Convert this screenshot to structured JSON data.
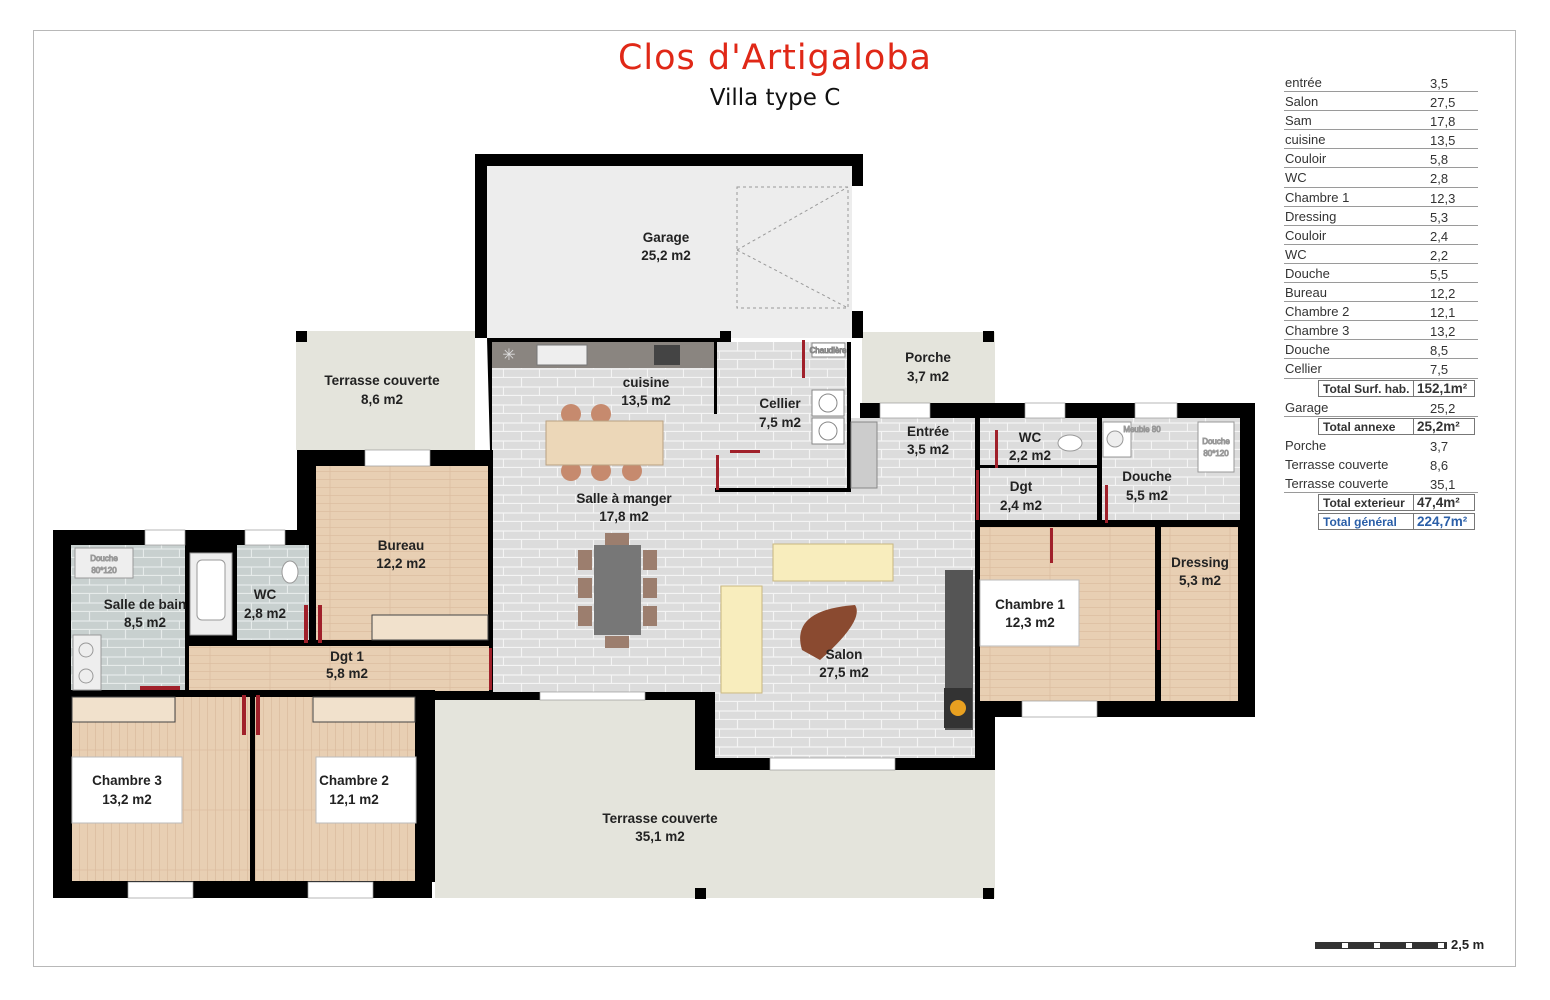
{
  "header": {
    "title": "Clos d'Artigaloba",
    "subtitle": "Villa type C"
  },
  "rooms": {
    "garage": {
      "name": "Garage",
      "area": "25,2 m2"
    },
    "terrasse_nord": {
      "name": "Terrasse couverte",
      "area": "8,6 m2"
    },
    "cuisine": {
      "name": "cuisine",
      "area": "13,5 m2"
    },
    "cellier": {
      "name": "Cellier",
      "area": "7,5 m2"
    },
    "porche": {
      "name": "Porche",
      "area": "3,7 m2"
    },
    "entree": {
      "name": "Entrée",
      "area": "3,5 m2"
    },
    "wc_est": {
      "name": "WC",
      "area": "2,2 m2"
    },
    "dgt": {
      "name": "Dgt",
      "area": "2,4 m2"
    },
    "douche": {
      "name": "Douche",
      "area": "5,5 m2"
    },
    "sam": {
      "name": "Salle à manger",
      "area": "17,8 m2"
    },
    "bureau": {
      "name": "Bureau",
      "area": "12,2 m2"
    },
    "dressing": {
      "name": "Dressing",
      "area": "5,3 m2"
    },
    "chambre1": {
      "name": "Chambre 1",
      "area": "12,3 m2"
    },
    "sdb": {
      "name": "Salle de bain",
      "area": "8,5 m2"
    },
    "wc_ouest": {
      "name": "WC",
      "area": "2,8 m2"
    },
    "dgt1": {
      "name": "Dgt 1",
      "area": "5,8 m2"
    },
    "salon": {
      "name": "Salon",
      "area": "27,5 m2"
    },
    "chambre3": {
      "name": "Chambre 3",
      "area": "13,2 m2"
    },
    "chambre2": {
      "name": "Chambre 2",
      "area": "12,1 m2"
    },
    "terrasse_sud": {
      "name": "Terrasse couverte",
      "area": "35,1 m2"
    }
  },
  "fixture_labels": {
    "douche_ouest": "Douche",
    "douche_ouest_size": "80*120",
    "douche_est": "Douche",
    "douche_est_size": "80*120",
    "meuble": "Meuble 80",
    "chaudiere": "Chaudière"
  },
  "surface_table": [
    {
      "label": "entrée",
      "value": "3,5"
    },
    {
      "label": "Salon",
      "value": "27,5"
    },
    {
      "label": " Sam",
      "value": "17,8"
    },
    {
      "label": "cuisine",
      "value": "13,5"
    },
    {
      "label": "Couloir",
      "value": "5,8"
    },
    {
      "label": "WC",
      "value": "2,8"
    },
    {
      "label": "Chambre 1",
      "value": "12,3"
    },
    {
      "label": "Dressing",
      "value": "5,3"
    },
    {
      "label": "Couloir",
      "value": "2,4"
    },
    {
      "label": "WC",
      "value": "2,2"
    },
    {
      "label": "Douche",
      "value": "5,5"
    },
    {
      "label": "Bureau",
      "value": "12,2"
    },
    {
      "label": "Chambre 2",
      "value": "12,1"
    },
    {
      "label": "Chambre 3",
      "value": "13,2"
    },
    {
      "label": "Douche",
      "value": "8,5"
    },
    {
      "label": "Cellier",
      "value": "7,5"
    },
    {
      "label": "Total Surf. hab.",
      "value": "152,1m²",
      "total": true
    },
    {
      "label": " Garage",
      "value": "25,2"
    },
    {
      "label": "Total annexe",
      "value": "25,2m²",
      "total": true
    },
    {
      "label": "Porche",
      "value": "3,7",
      "noline": true
    },
    {
      "label": "Terrasse couverte",
      "value": "8,6",
      "noline": true
    },
    {
      "label": "Terrasse couverte",
      "value": "35,1"
    },
    {
      "label": "Total exterieur",
      "value": "47,4m²",
      "total": true
    },
    {
      "label": "Total général",
      "value": "224,7m²",
      "total": true,
      "blue": true
    }
  ],
  "scale": {
    "label": "2,5 m"
  },
  "colors": {
    "title": "#e02817",
    "total_general": "#2b5fa8",
    "wall": "#000000",
    "door": "#a0202a"
  }
}
